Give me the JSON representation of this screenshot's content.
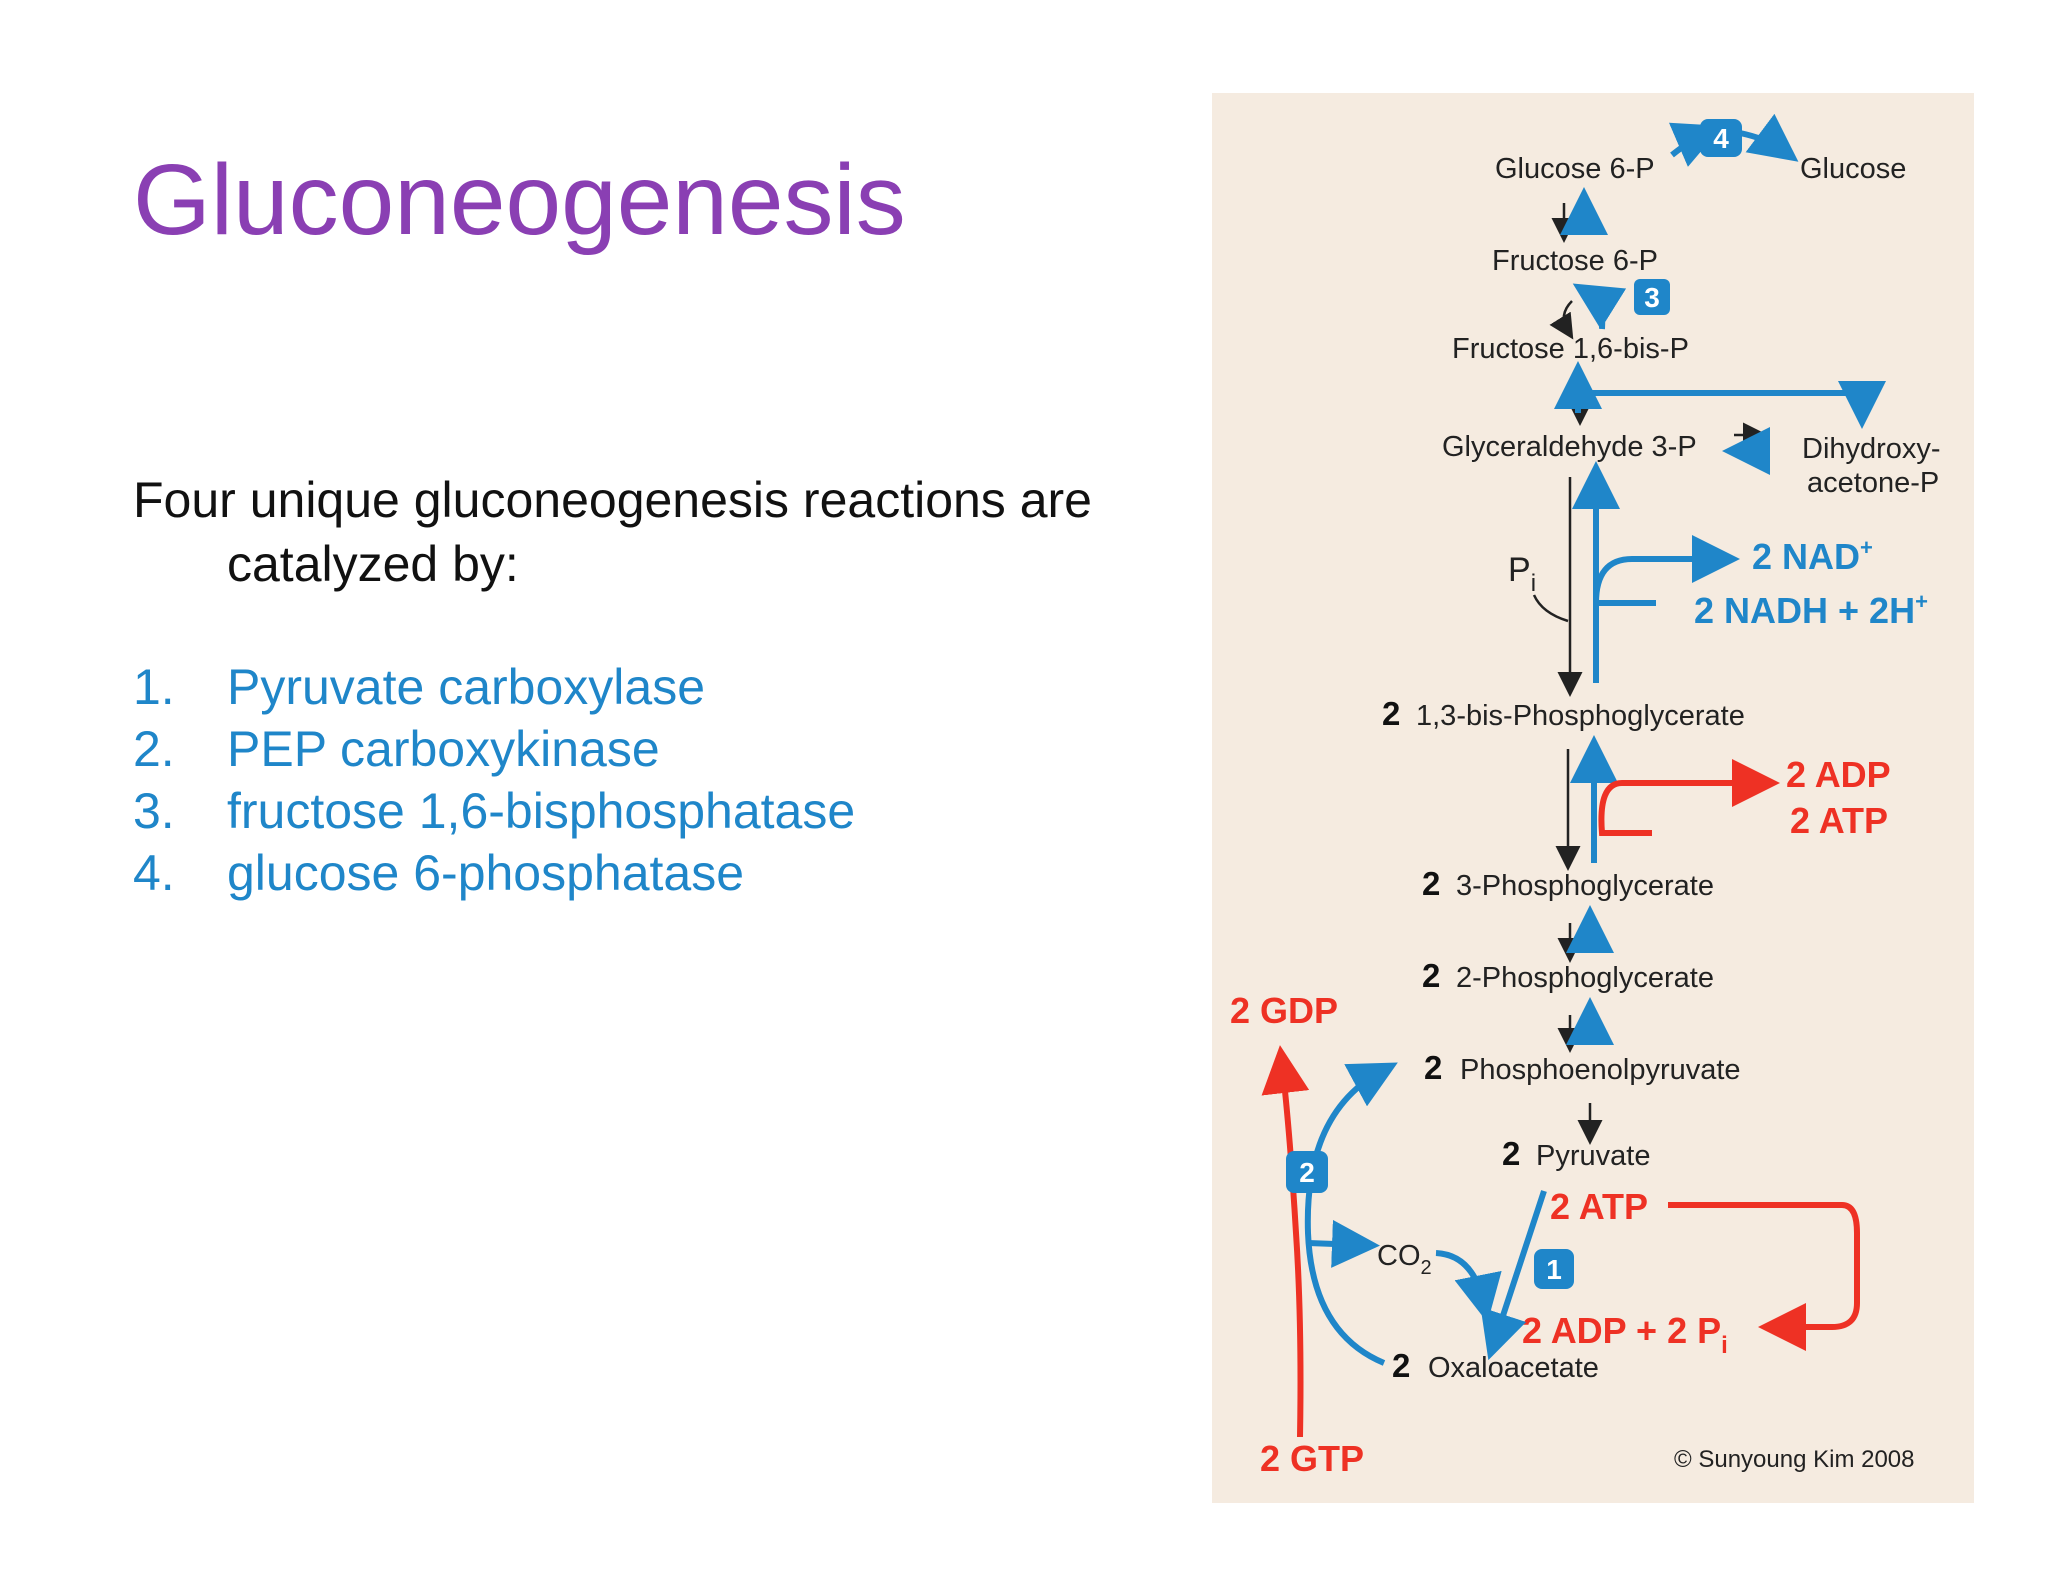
{
  "title": "Gluconeogenesis",
  "intro": {
    "line1": "Four unique gluconeogenesis reactions are",
    "line2": "catalyzed by:"
  },
  "enzymes": [
    {
      "num": "1.",
      "label": "Pyruvate carboxylase"
    },
    {
      "num": "2.",
      "label": "PEP carboxykinase"
    },
    {
      "num": "3.",
      "label": "fructose 1,6-bisphosphatase"
    },
    {
      "num": "4.",
      "label": "glucose 6-phosphatase"
    }
  ],
  "diagram": {
    "metabolites": {
      "glucose6p": "Glucose 6-P",
      "glucose": "Glucose",
      "fructose6p": "Fructose 6-P",
      "fructose16bp": "Fructose 1,6-bis-P",
      "glyceraldehyde3p": "Glyceraldehyde 3-P",
      "dhap1": "Dihydroxy-",
      "dhap2": "acetone-P",
      "bpg13": "1,3-bis-Phosphoglycerate",
      "pg3": "3-Phosphoglycerate",
      "pg2": "2-Phosphoglycerate",
      "pep": "Phosphoenolpyruvate",
      "pyruvate": "Pyruvate",
      "oxaloacetate": "Oxaloacetate",
      "pi": "P",
      "pi_sub": "i",
      "co2": "CO",
      "co2_sub": "2"
    },
    "count": "2",
    "cofactors": {
      "nad": "2 NAD",
      "nad_sup": "+",
      "nadh": "2 NADH + 2H",
      "nadh_sup": "+",
      "adp": "2 ADP",
      "atp": "2 ATP",
      "gdp": "2 GDP",
      "gtp": "2 GTP",
      "atp2": "2 ATP",
      "adp_pi": "2 ADP + 2 P",
      "adp_pi_sub": "i"
    },
    "badges": [
      "1",
      "2",
      "3",
      "4"
    ],
    "copyright": "© Sunyoung Kim 2008",
    "colors": {
      "blue": "#1f86c9",
      "red": "#ee3124",
      "panel": "#f5ebe0",
      "title": "#8a3fb3"
    }
  }
}
